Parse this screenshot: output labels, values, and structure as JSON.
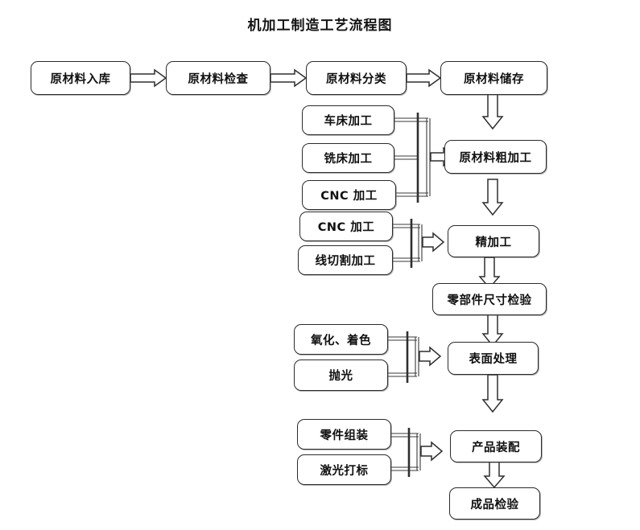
{
  "title": "机加工制造工艺流程图",
  "colors": {
    "background": "#ffffff",
    "node_border": "#2b2b2b",
    "node_fill": "#ffffff",
    "text": "#101010",
    "connector": "#3a3a3a",
    "shadow": "#8c8c8c"
  },
  "intake_row": [
    {
      "id": "raw-material-warehousing",
      "label": "原材料入库"
    },
    {
      "id": "raw-material-inspection",
      "label": "原材料检查"
    },
    {
      "id": "raw-material-classification",
      "label": "原材料分类"
    },
    {
      "id": "raw-material-storage",
      "label": "原材料储存"
    }
  ],
  "rough_machining_group": {
    "members": [
      {
        "id": "lathe-machining",
        "label": "车床加工"
      },
      {
        "id": "milling-machining",
        "label": "铣床加工"
      },
      {
        "id": "cnc-machining-rough",
        "label": "CNC 加工"
      }
    ],
    "target": {
      "id": "raw-material-rough-machining",
      "label": "原材料粗加工"
    }
  },
  "finish_machining_group": {
    "members": [
      {
        "id": "cnc-machining-finish",
        "label": "CNC 加工"
      },
      {
        "id": "wire-cut-machining",
        "label": "线切割加工"
      }
    ],
    "target": {
      "id": "finish-machining",
      "label": "精加工"
    }
  },
  "surface_treatment_group": {
    "members": [
      {
        "id": "oxidation-coloring",
        "label": "氧化、着色"
      },
      {
        "id": "polishing",
        "label": "抛光"
      }
    ],
    "target": {
      "id": "surface-treatment",
      "label": "表面处理"
    }
  },
  "assembly_group": {
    "members": [
      {
        "id": "parts-assembly",
        "label": "零件组装"
      },
      {
        "id": "laser-marking",
        "label": "激光打标"
      }
    ],
    "target": {
      "id": "product-assembly",
      "label": "产品装配"
    }
  },
  "inspection_nodes": [
    {
      "id": "part-dimension-inspection",
      "label": "零部件尺寸检验"
    },
    {
      "id": "finished-product-inspection",
      "label": "成品检验"
    }
  ],
  "flow_sequence": [
    "原材料入库",
    "原材料检查",
    "原材料分类",
    "原材料储存",
    "原材料粗加工",
    "精加工",
    "零部件尺寸检验",
    "表面处理",
    "产品装配",
    "成品检验"
  ],
  "icons": {
    "arrow_right": "right-arrow-icon",
    "arrow_down": "down-arrow-icon",
    "merge_bracket": "merge-bracket-icon"
  }
}
